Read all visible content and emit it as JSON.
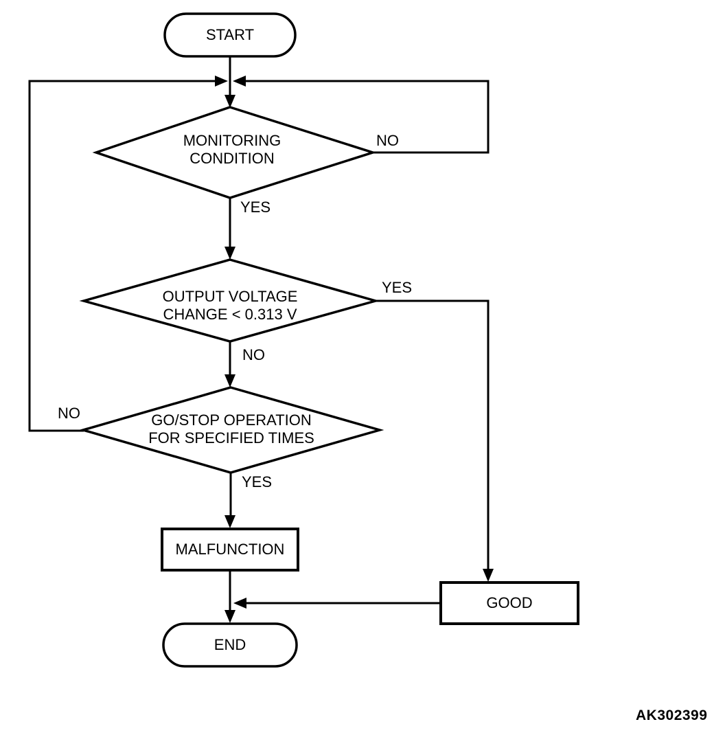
{
  "title": "Monitoring condition flowchart",
  "colors": {
    "ink": "#000000",
    "paper": "#ffffff"
  },
  "nodes": {
    "start": {
      "type": "terminator",
      "label": "START"
    },
    "monitoring": {
      "type": "decision",
      "lines": [
        "MONITORING",
        "CONDITION"
      ]
    },
    "voltage": {
      "type": "decision",
      "lines": [
        "OUTPUT VOLTAGE",
        "CHANGE < 0.313 V"
      ]
    },
    "gostop": {
      "type": "decision",
      "lines": [
        "GO/STOP OPERATION",
        "FOR SPECIFIED TIMES"
      ]
    },
    "malfunction": {
      "type": "process",
      "label": "MALFUNCTION"
    },
    "good": {
      "type": "process",
      "label": "GOOD"
    },
    "end": {
      "type": "terminator",
      "label": "END"
    }
  },
  "edges": [
    {
      "from": "start",
      "to": "monitoring",
      "label": ""
    },
    {
      "from": "monitoring",
      "to": "monitoring",
      "label": "NO",
      "path": "right-loop-back-to-junction"
    },
    {
      "from": "monitoring",
      "to": "voltage",
      "label": "YES"
    },
    {
      "from": "voltage",
      "to": "good",
      "label": "YES"
    },
    {
      "from": "voltage",
      "to": "gostop",
      "label": "NO"
    },
    {
      "from": "gostop",
      "to": "monitoring",
      "label": "NO",
      "path": "left-loop-back-to-junction"
    },
    {
      "from": "gostop",
      "to": "malfunction",
      "label": "YES"
    },
    {
      "from": "malfunction",
      "to": "end",
      "label": ""
    },
    {
      "from": "good",
      "to": "end",
      "label": ""
    }
  ],
  "figure_code": "AK302399"
}
